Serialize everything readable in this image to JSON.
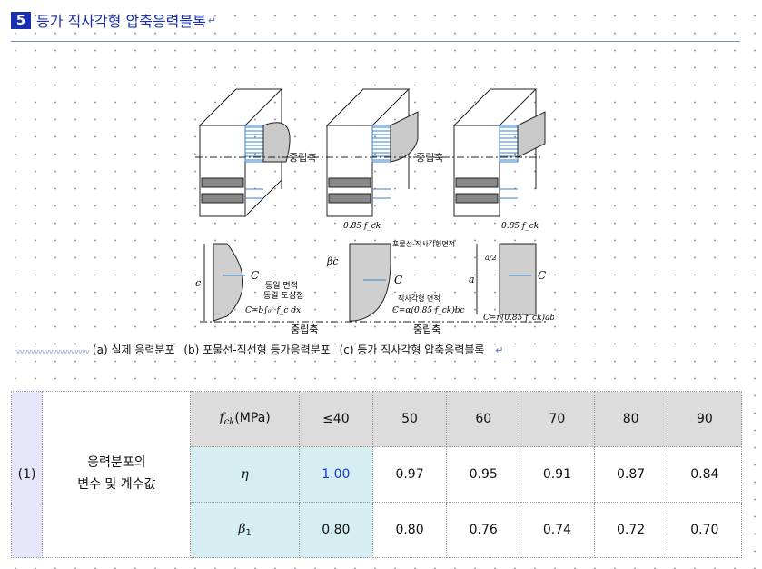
{
  "header": {
    "number": "5",
    "title": "등가 직사각형 압축응력블록"
  },
  "diagram": {
    "neutral_axis": "중립축",
    "load_c": "C",
    "bottom": {
      "a_label_c": "c",
      "a_equal_area": "동일 면적",
      "a_equal_centroid": "동일 도심점",
      "a_formula": "C=b∫₀ᶜ f_c dx",
      "b_top": "0.85 f_ck",
      "b_beta_c": "βc",
      "b_parabola_rect": "포물선-직사각형면적",
      "b_rect_area": "직사각형 면적",
      "b_formula": "C=α(0.85 f_ck)bc",
      "c_top": "0.85 f_ck",
      "c_a": "a",
      "c_a_half": "a/2",
      "c_formula": "C=η(0.85 f_ck)ab"
    }
  },
  "caption": {
    "a": "(a) 실제 응력분포",
    "b": "(b) 포물선-직선형 등가응력분포",
    "c": "(c) 등가 직사각형 압축응력블록"
  },
  "table": {
    "index": "(1)",
    "label_line1": "응력분포의",
    "label_line2": "변수 및 계수값",
    "row_header": {
      "symbol": "f",
      "subscript": "ck",
      "unit": "(MPa)"
    },
    "row_eta": "η",
    "row_beta": {
      "symbol": "β",
      "subscript": "1"
    },
    "columns": [
      "≤40",
      "50",
      "60",
      "70",
      "80",
      "90"
    ],
    "eta_values": [
      "1.00",
      "0.97",
      "0.95",
      "0.91",
      "0.87",
      "0.84"
    ],
    "beta_values": [
      "0.80",
      "0.80",
      "0.76",
      "0.74",
      "0.72",
      "0.70"
    ]
  },
  "colors": {
    "accent": "#1a2fb0",
    "highlight": "#1d35c8",
    "cell_blue": "#d4eef2",
    "cell_gray": "#dcdcdc",
    "cell_lavender": "#e6e6fa"
  }
}
